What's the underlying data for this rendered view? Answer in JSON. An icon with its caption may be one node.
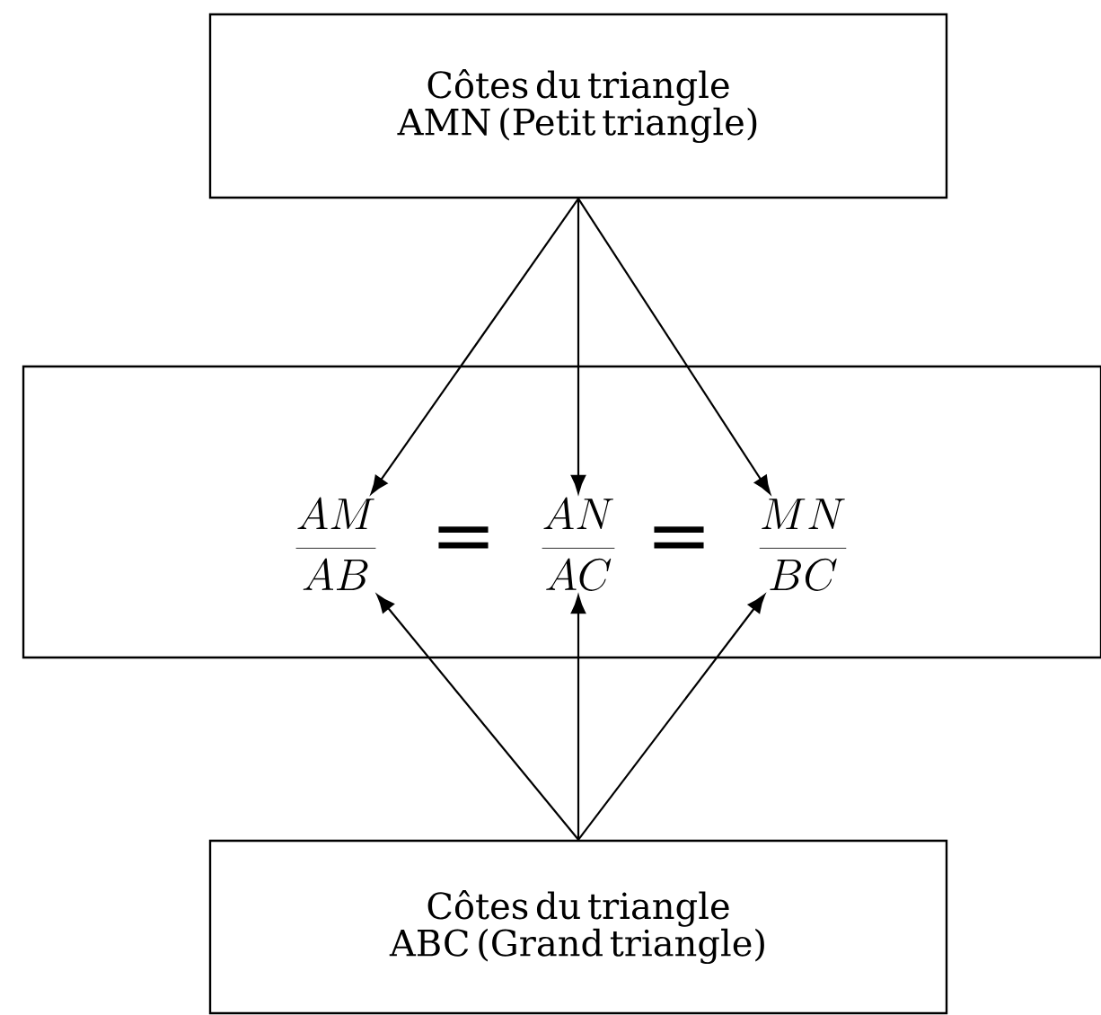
{
  "diagram": {
    "nodes": [
      {
        "text": [
          "Côtes du triangle AMN (Petit triangle)"
        ]
      },
      {
        "text": [],
        "shape": "box"
      },
      {
        "text": [
          "\\frac{AM}{AB}"
        ],
        "in": 1
      },
      {
        "text": [
          "\\frac{AN}{AC}"
        ],
        "in": 1
      },
      {
        "text": [
          "\\frac{MN}{BC}"
        ],
        "in": 1
      },
      {
        "text": [
          "Côtes du triangle ABC (Grand triangle)"
        ]
      }
    ],
    "edges": [
      {
        "from": 0,
        "to": 2,
        "arrow": "to"
      },
      {
        "from": 0,
        "to": 3,
        "arrow": "to"
      },
      {
        "from": 0,
        "to": 4,
        "arrow": "to"
      },
      {
        "from": 5,
        "to": 2,
        "arrow": "to"
      },
      {
        "from": 5,
        "to": 3,
        "arrow": "to"
      },
      {
        "from": 5,
        "to": 4,
        "arrow": "to"
      }
    ],
    "labels": [
      "=",
      "="
    ]
  }
}
